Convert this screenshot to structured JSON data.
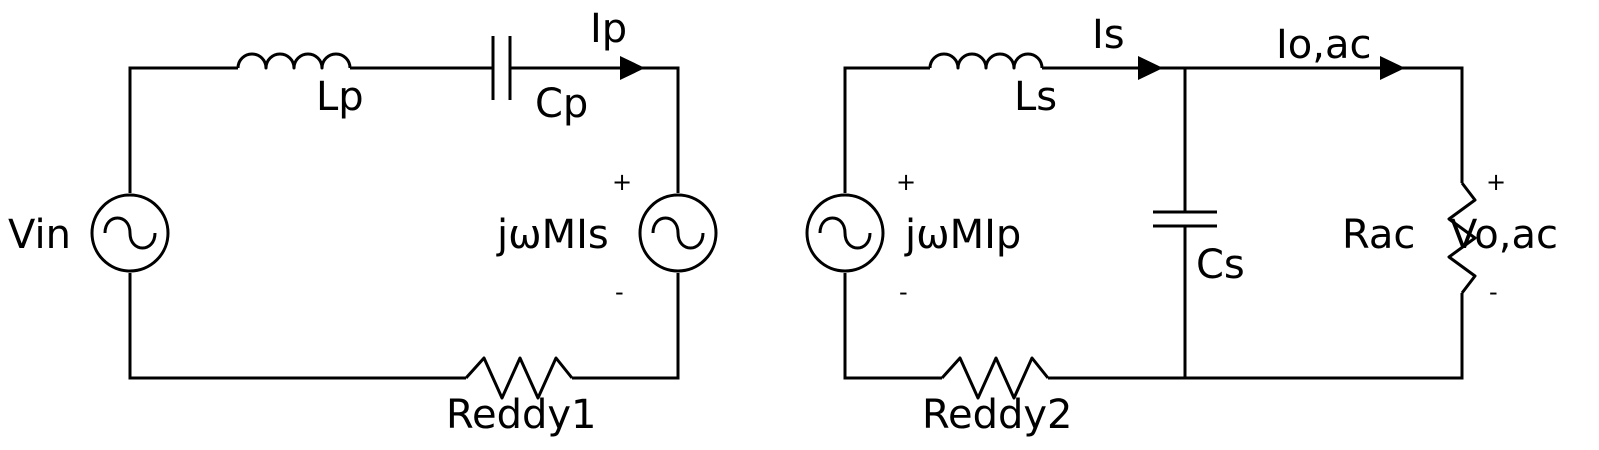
{
  "primary": {
    "source_label": "Vin",
    "inductor_label": "Lp",
    "capacitor_label": "Cp",
    "current_label": "Ip",
    "dependent_source_label": "jωMIs",
    "plus_sign": "+",
    "minus_sign": "-",
    "resistor_label": "Reddy1"
  },
  "secondary": {
    "dependent_source_label": "jωMIp",
    "plus_sign": "+",
    "minus_sign": "-",
    "inductor_label": "Ls",
    "current_label": "Is",
    "capacitor_label": "Cs",
    "resistor_label": "Reddy2",
    "output_current_label": "Io,ac",
    "load_resistor_label": "Rac",
    "output_voltage_label": "Vo,ac",
    "output_plus_sign": "+",
    "output_minus_sign": "-"
  }
}
